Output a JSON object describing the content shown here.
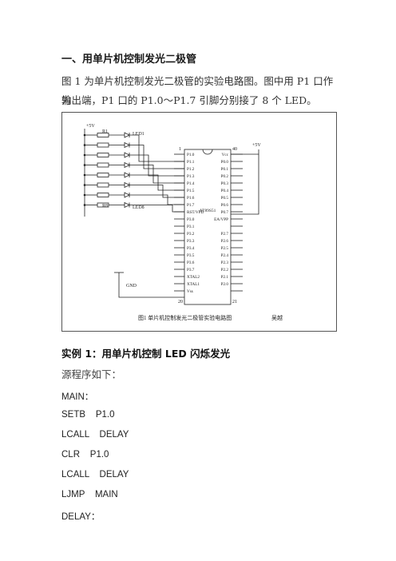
{
  "heading": "一、用单片机控制发光二极管",
  "intro": {
    "line1": "图 1 为单片机控制发光二极管的实验电路图。图中用 P1 口作为",
    "line2": "输出端，P1 口的 P1.0～P1.7 引脚分别接了 8 个 LED。"
  },
  "figure": {
    "supply_left": "+5V",
    "supply_right": "+5V",
    "gnd_label": "GND",
    "r1_label": "R1",
    "r8_label": "R8",
    "led1_label": "LED1",
    "led8_label": "LED8",
    "chip_name": "AT89S51",
    "pin_1": "1",
    "pin_40": "40",
    "pin_20": "20",
    "pin_21": "21",
    "left_pins": [
      "P1.0",
      "P1.1",
      "P1.2",
      "P1.3",
      "P1.4",
      "P1.5",
      "P1.6",
      "P1.7",
      "RST/VPD",
      "P3.0",
      "P3.1",
      "P3.2",
      "P3.3",
      "P3.4",
      "P3.5",
      "P3.6",
      "P3.7",
      "XTAL2",
      "XTAL1",
      "Vss"
    ],
    "right_pins": [
      "Vcc",
      "P0.0",
      "P0.1",
      "P0.2",
      "P0.3",
      "P0.4",
      "P0.5",
      "P0.6",
      "P0.7",
      "EA/VPP",
      "",
      "P2.7",
      "P2.6",
      "P2.5",
      "P2.4",
      "P2.3",
      "P2.2",
      "P2.1",
      "P2.0",
      ""
    ],
    "caption": "图1  单片机控制发光二极管实验电路图",
    "author": "吴越"
  },
  "example_title": "实例 1：用单片机控制 LED 闪烁发光",
  "source_label": "源程序如下：",
  "code": [
    "MAIN：",
    "SETB    P1.0",
    "LCALL    DELAY",
    "CLR    P1.0",
    "LCALL    DELAY",
    "LJMP    MAIN",
    "DELAY："
  ]
}
